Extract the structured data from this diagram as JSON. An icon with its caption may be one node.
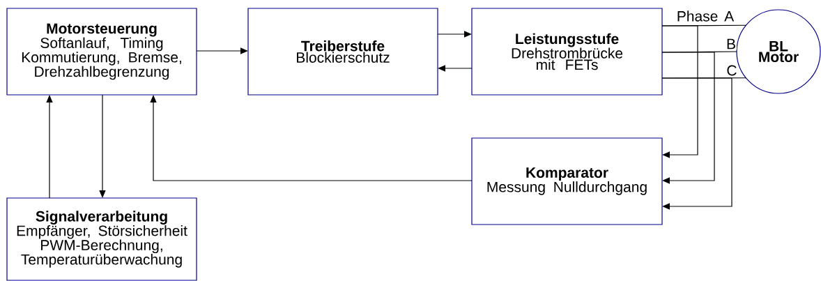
{
  "diagram": {
    "nodes": [
      {
        "text": [
          "Motorsteuerung",
          "Softanlauf, Timing Kommutierung, Bremse, Drehzahlbegrenzung"
        ]
      },
      {
        "text": [
          "Treiberstufe",
          "Blockierschutz"
        ]
      },
      {
        "text": [
          "Leistungsstufe",
          "Drehstrombrücke mit FETs"
        ]
      },
      {
        "text": [
          "BL Motor"
        ]
      },
      {
        "text": [
          "Komparator",
          "Messung Nulldurchgang"
        ]
      },
      {
        "text": [
          "Signalverarbeitung",
          "Empfänger, Störsicherheit PWM-Berechnung, Temperaturüberwachung"
        ]
      }
    ],
    "edges": [
      {
        "from": 0,
        "to": 1,
        "arrow": "to"
      },
      {
        "from": 1,
        "to": 2,
        "arrow": "to"
      },
      {
        "from": 2,
        "to": 1,
        "arrow": "to"
      },
      {
        "from": 2,
        "to": 3,
        "arrow": "none",
        "label": "Phase A"
      },
      {
        "from": 2,
        "to": 3,
        "arrow": "none",
        "label": "B"
      },
      {
        "from": 2,
        "to": 3,
        "arrow": "none",
        "label": "C"
      },
      {
        "from": 2,
        "to": 4,
        "arrow": "to"
      },
      {
        "from": 2,
        "to": 4,
        "arrow": "to"
      },
      {
        "from": 2,
        "to": 4,
        "arrow": "to"
      },
      {
        "from": 4,
        "to": 0,
        "arrow": "to"
      },
      {
        "from": 5,
        "to": 0,
        "arrow": "to"
      },
      {
        "from": 0,
        "to": 5,
        "arrow": "to"
      }
    ]
  }
}
